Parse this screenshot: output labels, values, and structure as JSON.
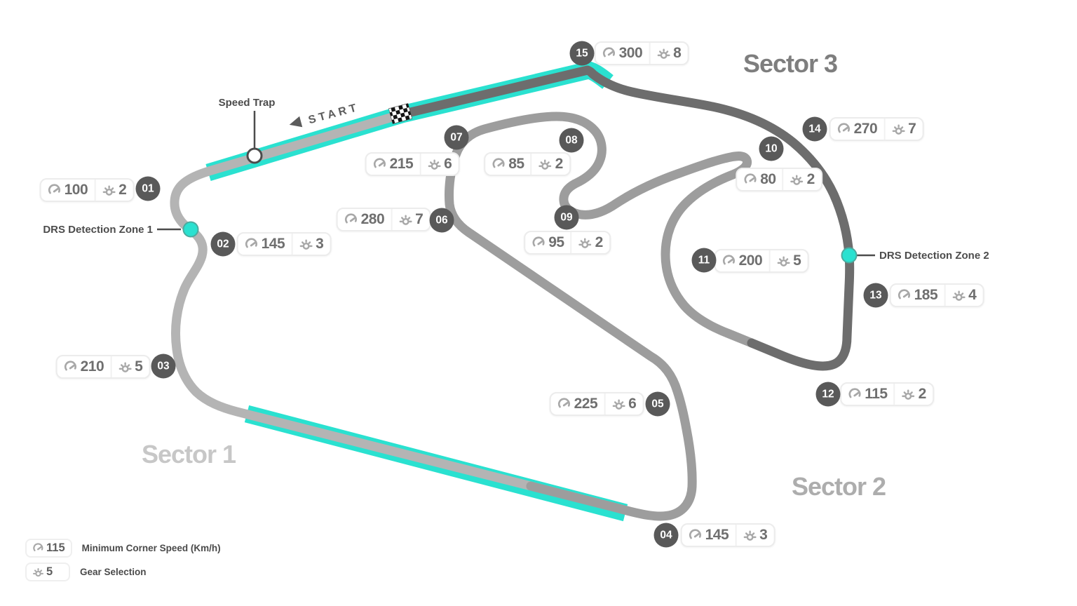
{
  "sectors": [
    {
      "label": "Sector 1"
    },
    {
      "label": "Sector 2"
    },
    {
      "label": "Sector 3"
    }
  ],
  "track": {
    "start_label": "START",
    "speed_trap_label": "Speed Trap",
    "drs_zone_1_label": "DRS Detection Zone 1",
    "drs_zone_2_label": "DRS Detection Zone 2"
  },
  "corners": [
    {
      "number": "01",
      "speed": "100",
      "gear": "2"
    },
    {
      "number": "02",
      "speed": "145",
      "gear": "3"
    },
    {
      "number": "03",
      "speed": "210",
      "gear": "5"
    },
    {
      "number": "04",
      "speed": "145",
      "gear": "3"
    },
    {
      "number": "05",
      "speed": "225",
      "gear": "6"
    },
    {
      "number": "06",
      "speed": "280",
      "gear": "7"
    },
    {
      "number": "07",
      "speed": "215",
      "gear": "6"
    },
    {
      "number": "08",
      "speed": "85",
      "gear": "2"
    },
    {
      "number": "09",
      "speed": "95",
      "gear": "2"
    },
    {
      "number": "10",
      "speed": "80",
      "gear": "2"
    },
    {
      "number": "11",
      "speed": "200",
      "gear": "5"
    },
    {
      "number": "12",
      "speed": "115",
      "gear": "2"
    },
    {
      "number": "13",
      "speed": "185",
      "gear": "4"
    },
    {
      "number": "14",
      "speed": "270",
      "gear": "7"
    },
    {
      "number": "15",
      "speed": "300",
      "gear": "8"
    }
  ],
  "legend": {
    "speed_example": "115",
    "speed_label": "Minimum Corner Speed (Km/h)",
    "gear_example": "5",
    "gear_label": "Gear Selection"
  },
  "colors": {
    "sector1_track": "#b4b4b4",
    "sector2_track": "#9d9d9d",
    "sector3_track": "#6d6d6d",
    "drs_zone": "#2ae1d0",
    "corner_badge": "#595959"
  }
}
